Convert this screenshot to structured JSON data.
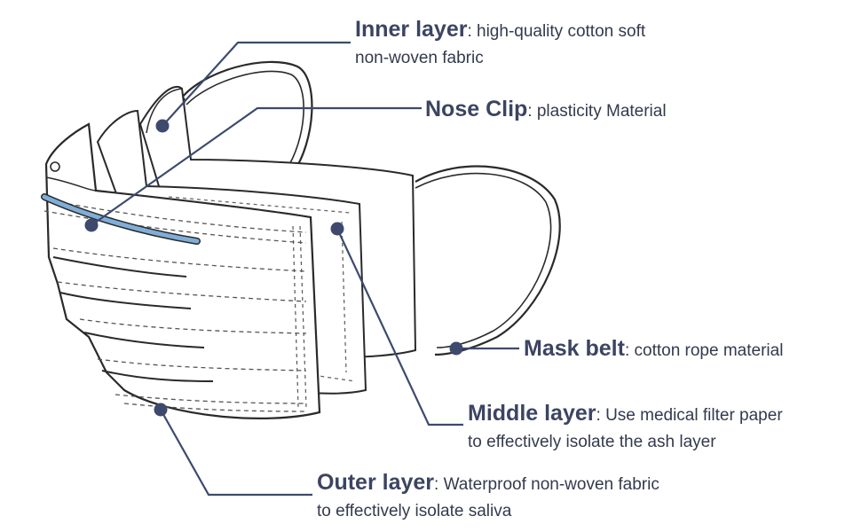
{
  "colors": {
    "leader": "#3d4a6e",
    "marker": "#3d4a6e",
    "outline": "#2a2a2a",
    "nose_clip": "#7faed8",
    "stitch": "#555555"
  },
  "labels": {
    "inner": {
      "title": "Inner layer",
      "line1": "high-quality cotton soft",
      "line2": "non-woven fabric"
    },
    "nose": {
      "title": "Nose Clip",
      "line1": "plasticity Material"
    },
    "belt": {
      "title": "Mask belt",
      "line1": "cotton rope material"
    },
    "middle": {
      "title": "Middle layer",
      "line1": "Use medical filter paper",
      "line2": "to effectively isolate the ash layer"
    },
    "outer": {
      "title": "Outer layer",
      "line1": "Waterproof non-woven fabric",
      "line2": "to effectively isolate saliva"
    }
  }
}
